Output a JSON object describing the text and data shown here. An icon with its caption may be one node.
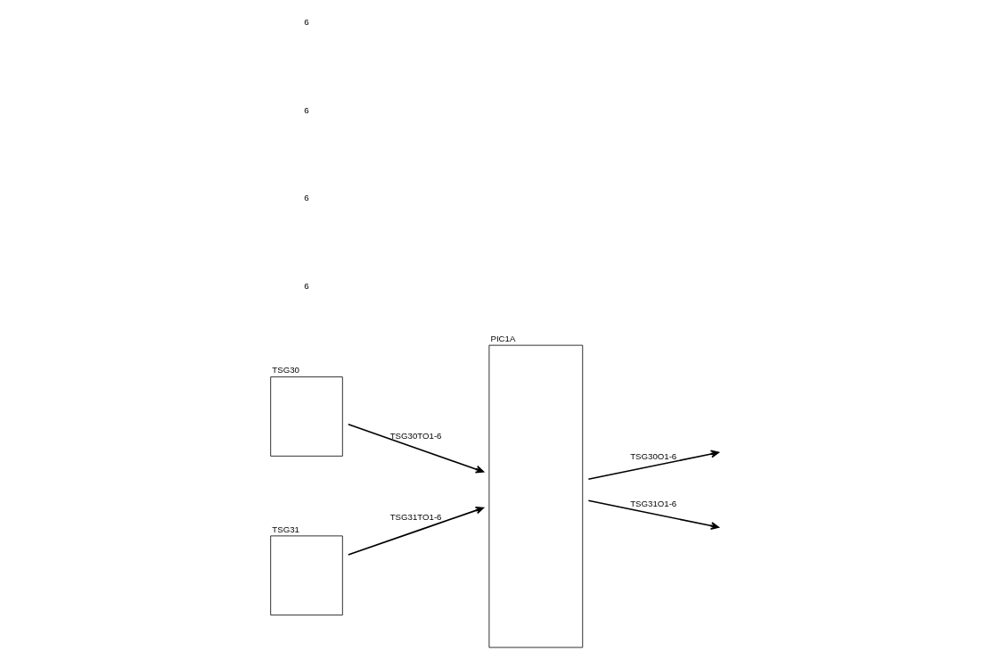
{
  "diagram": {
    "nodes": [
      {
        "text": [
          "TSG30"
        ]
      },
      {
        "text": [
          "TSG31"
        ]
      },
      {
        "text": [
          "PIC1A"
        ]
      }
    ],
    "edges": [
      {
        "from": 0,
        "to": 2,
        "arrow": "to",
        "label": "TSG30TO1-6"
      },
      {
        "from": 1,
        "to": 2,
        "arrow": "to",
        "label": "TSG31TO1-6"
      },
      {
        "from": 2,
        "to": null,
        "arrow": "to",
        "label": "TSG30O1-6"
      },
      {
        "from": 2,
        "to": null,
        "arrow": "to",
        "label": "TSG31O1-6"
      }
    ],
    "labels": [
      "6",
      "6",
      "6",
      "6"
    ]
  }
}
